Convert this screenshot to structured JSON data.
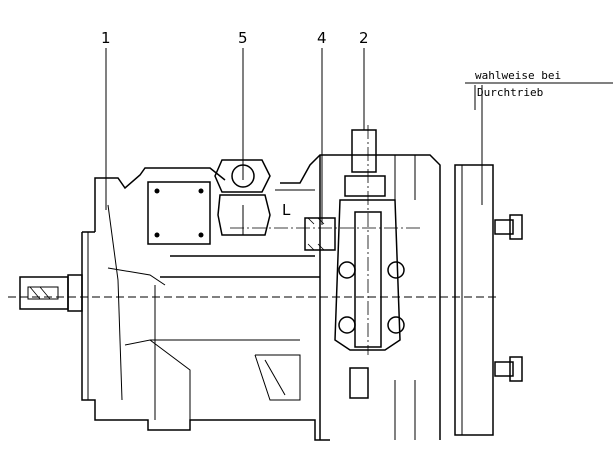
{
  "callouts": [
    {
      "id": "1",
      "label": "1"
    },
    {
      "id": "5",
      "label": "5"
    },
    {
      "id": "4",
      "label": "4"
    },
    {
      "id": "2",
      "label": "2"
    }
  ],
  "port_label": "L",
  "note": {
    "line1": "wahlweise bei",
    "line2": "Durchtrieb"
  }
}
